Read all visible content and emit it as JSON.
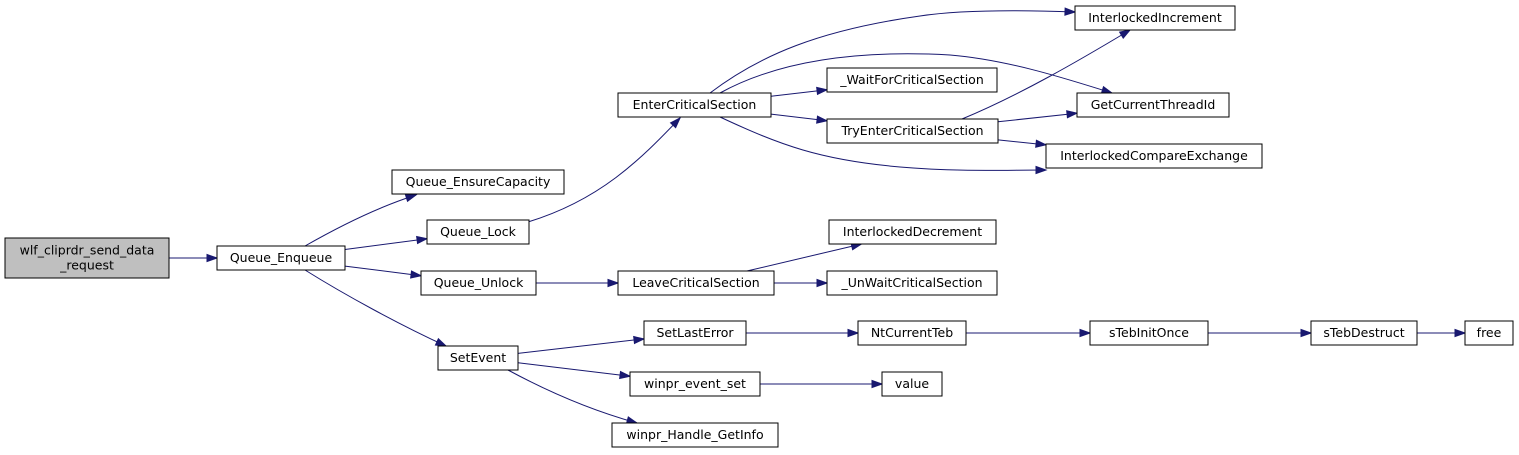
{
  "colors": {
    "edge": "#191970",
    "root_fill": "#bfbfbf",
    "node_fill": "#ffffff",
    "node_border": "#000000"
  },
  "nodes": [
    {
      "id": "wlf_cliprdr_send_data_request",
      "lines": [
        "wlf_cliprdr_send_data",
        "_request"
      ],
      "root": true
    },
    {
      "id": "Queue_Enqueue",
      "lines": [
        "Queue_Enqueue"
      ]
    },
    {
      "id": "Queue_EnsureCapacity",
      "lines": [
        "Queue_EnsureCapacity"
      ]
    },
    {
      "id": "Queue_Lock",
      "lines": [
        "Queue_Lock"
      ]
    },
    {
      "id": "Queue_Unlock",
      "lines": [
        "Queue_Unlock"
      ]
    },
    {
      "id": "SetEvent",
      "lines": [
        "SetEvent"
      ]
    },
    {
      "id": "EnterCriticalSection",
      "lines": [
        "EnterCriticalSection"
      ]
    },
    {
      "id": "LeaveCriticalSection",
      "lines": [
        "LeaveCriticalSection"
      ]
    },
    {
      "id": "SetLastError",
      "lines": [
        "SetLastError"
      ]
    },
    {
      "id": "winpr_event_set",
      "lines": [
        "winpr_event_set"
      ]
    },
    {
      "id": "winpr_Handle_GetInfo",
      "lines": [
        "winpr_Handle_GetInfo"
      ]
    },
    {
      "id": "_WaitForCriticalSection",
      "lines": [
        "_WaitForCriticalSection"
      ]
    },
    {
      "id": "TryEnterCriticalSection",
      "lines": [
        "TryEnterCriticalSection"
      ]
    },
    {
      "id": "InterlockedDecrement",
      "lines": [
        "InterlockedDecrement"
      ]
    },
    {
      "id": "_UnWaitCriticalSection",
      "lines": [
        "_UnWaitCriticalSection"
      ]
    },
    {
      "id": "NtCurrentTeb",
      "lines": [
        "NtCurrentTeb"
      ]
    },
    {
      "id": "value",
      "lines": [
        "value"
      ]
    },
    {
      "id": "InterlockedIncrement",
      "lines": [
        "InterlockedIncrement"
      ]
    },
    {
      "id": "GetCurrentThreadId",
      "lines": [
        "GetCurrentThreadId"
      ]
    },
    {
      "id": "InterlockedCompareExchange",
      "lines": [
        "InterlockedCompareExchange"
      ]
    },
    {
      "id": "sTebInitOnce",
      "lines": [
        "sTebInitOnce"
      ]
    },
    {
      "id": "sTebDestruct",
      "lines": [
        "sTebDestruct"
      ]
    },
    {
      "id": "free",
      "lines": [
        "free"
      ]
    }
  ],
  "edges": [
    {
      "from": "wlf_cliprdr_send_data_request",
      "to": "Queue_Enqueue"
    },
    {
      "from": "Queue_Enqueue",
      "to": "Queue_EnsureCapacity"
    },
    {
      "from": "Queue_Enqueue",
      "to": "Queue_Lock"
    },
    {
      "from": "Queue_Enqueue",
      "to": "Queue_Unlock"
    },
    {
      "from": "Queue_Enqueue",
      "to": "SetEvent"
    },
    {
      "from": "Queue_Lock",
      "to": "EnterCriticalSection"
    },
    {
      "from": "Queue_Unlock",
      "to": "LeaveCriticalSection"
    },
    {
      "from": "EnterCriticalSection",
      "to": "InterlockedIncrement"
    },
    {
      "from": "EnterCriticalSection",
      "to": "GetCurrentThreadId"
    },
    {
      "from": "EnterCriticalSection",
      "to": "_WaitForCriticalSection"
    },
    {
      "from": "EnterCriticalSection",
      "to": "TryEnterCriticalSection"
    },
    {
      "from": "EnterCriticalSection",
      "to": "InterlockedCompareExchange"
    },
    {
      "from": "TryEnterCriticalSection",
      "to": "InterlockedIncrement"
    },
    {
      "from": "TryEnterCriticalSection",
      "to": "GetCurrentThreadId"
    },
    {
      "from": "TryEnterCriticalSection",
      "to": "InterlockedCompareExchange"
    },
    {
      "from": "LeaveCriticalSection",
      "to": "InterlockedDecrement"
    },
    {
      "from": "LeaveCriticalSection",
      "to": "_UnWaitCriticalSection"
    },
    {
      "from": "SetEvent",
      "to": "SetLastError"
    },
    {
      "from": "SetEvent",
      "to": "winpr_event_set"
    },
    {
      "from": "SetEvent",
      "to": "winpr_Handle_GetInfo"
    },
    {
      "from": "SetLastError",
      "to": "NtCurrentTeb"
    },
    {
      "from": "NtCurrentTeb",
      "to": "sTebInitOnce"
    },
    {
      "from": "sTebInitOnce",
      "to": "sTebDestruct"
    },
    {
      "from": "sTebDestruct",
      "to": "free"
    },
    {
      "from": "winpr_event_set",
      "to": "value"
    }
  ]
}
